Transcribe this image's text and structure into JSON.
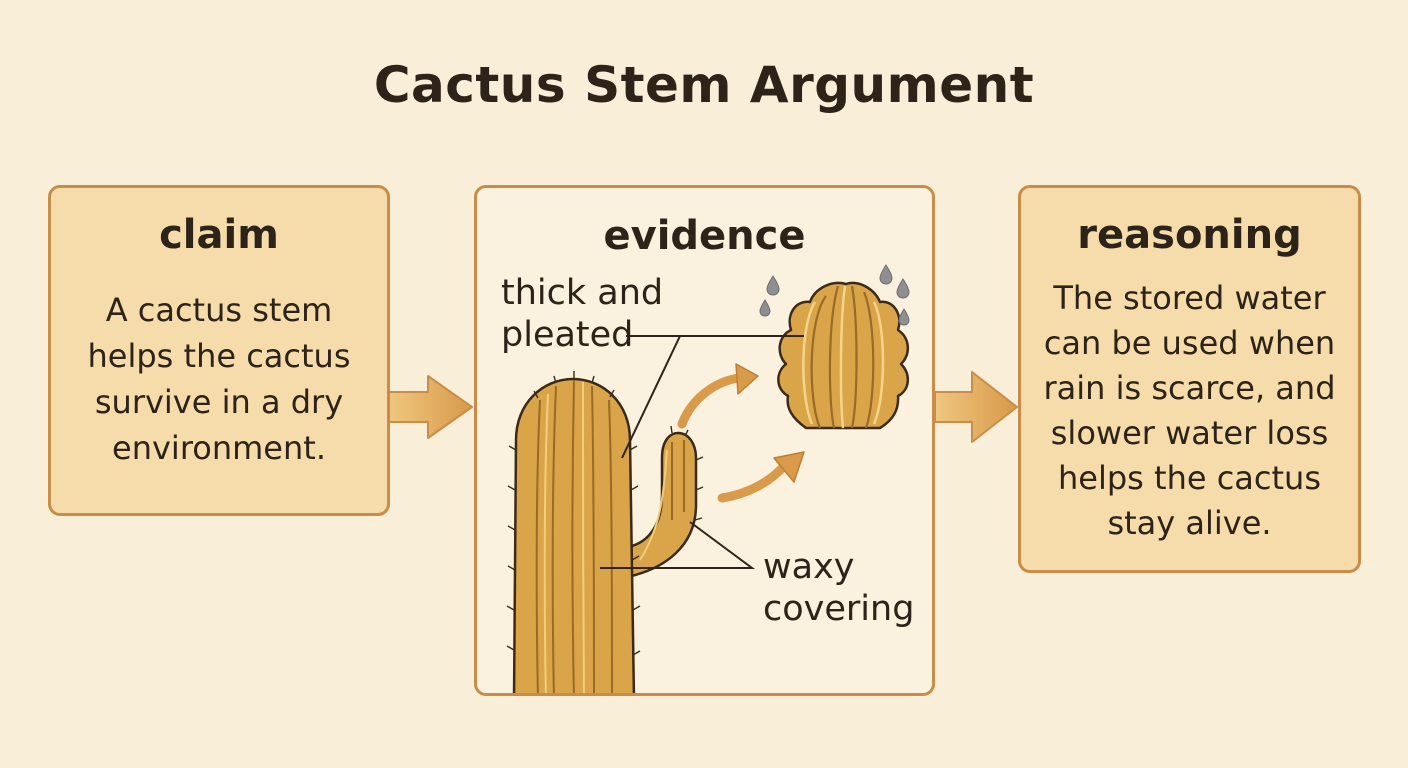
{
  "title": "Cactus Stem Argument",
  "claim": {
    "heading": "claim",
    "lines": [
      "A cactus stem",
      "helps the cactus",
      "survive in a dry",
      "environment."
    ]
  },
  "evidence": {
    "heading": "evidence",
    "label_thick": [
      "thick and",
      "pleated"
    ],
    "label_waxy": [
      "waxy",
      "covering"
    ]
  },
  "reasoning": {
    "heading": "reasoning",
    "lines": [
      "The stored water",
      "can be used when",
      "rain is scarce, and",
      "slower water loss",
      "helps the cactus",
      "stay alive."
    ]
  },
  "colors": {
    "background": "#f9efd9",
    "box_fill": "#f6dcaa",
    "box_border": "#c88d48",
    "cactus": "#d9a548",
    "arrow": "#dc9e4e"
  }
}
